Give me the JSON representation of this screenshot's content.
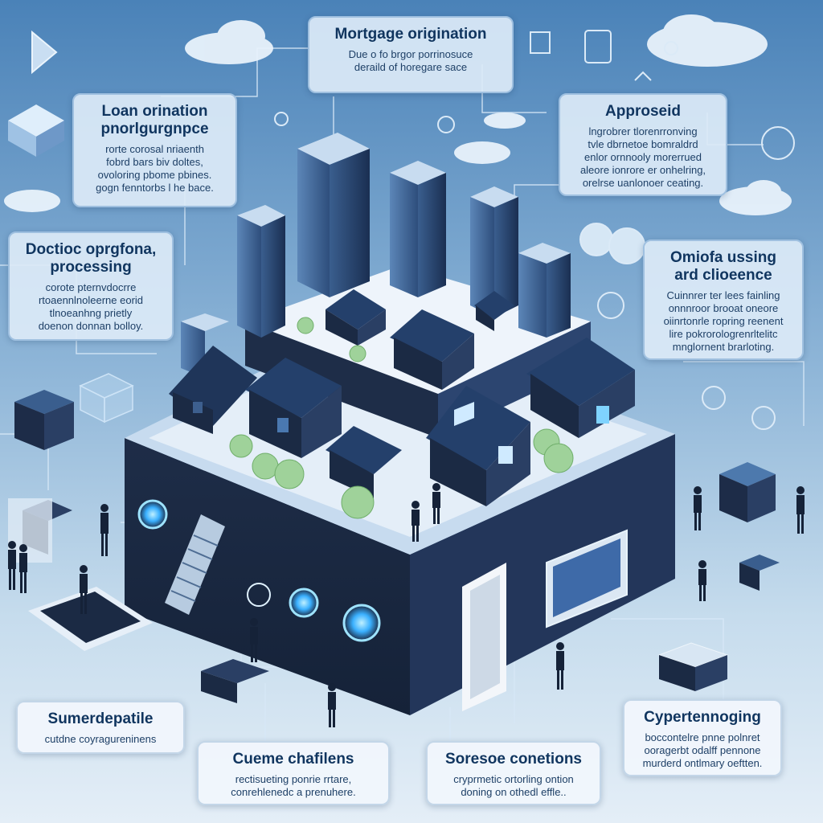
{
  "cards": {
    "mortgage": {
      "title": "Mortgage origination",
      "lines": [
        "Due o fo brgor porrinosuce",
        "deraild of horegare sace"
      ]
    },
    "loan": {
      "title": "Loan orination",
      "title2": "pnorlgurgnpce",
      "lines": [
        "rorte corosal nriaenth",
        "fobrd bars biv doltes,",
        "ovoloring pbome pbines.",
        "gogn fenntorbs l he bace."
      ]
    },
    "approved": {
      "title": "Approseid",
      "lines": [
        "lngrobrer tlorenrronving",
        "tvle dbrnetoe bomraldrd",
        "enlor ornnooly morerrued",
        "aleore ionrore er onhelring,",
        "orelrse uanlonoer ceating."
      ]
    },
    "doctoc": {
      "title": "Doctioc oprgfona,",
      "title2": "processing",
      "lines": [
        "corote pternvdocrre",
        "rtoaennlnoleerne eorid",
        "tlnoeanhng prietly",
        "doenon donnan bolloy."
      ]
    },
    "omiofa": {
      "title": "Omiofa ussing",
      "title2": "ard clioeence",
      "lines": [
        "Cuinnrer ter lees fainling",
        "onnnroor brooat oneore",
        "oiinrtonrle ropring reenent",
        "lire pokrorologrenrltelitc",
        "mnglornent brarloting."
      ]
    },
    "sumer": {
      "title": "Sumerdepatile",
      "lines": [
        "cutdne coyragureninens"
      ]
    },
    "cueme": {
      "title": "Cueme chafilens",
      "lines": [
        "rectisueting ponrie rrtare,",
        "conrehlenedc a prenuhere."
      ]
    },
    "soreste": {
      "title": "Soresoe conetions",
      "lines": [
        "cryprmetic ortorling ontion",
        "doning on othedl effle.."
      ]
    },
    "cyper": {
      "title": "Cypertennoging",
      "lines": [
        "boccontelre pnne polnret",
        "ooragerbt odalff pennone",
        "murderd ontlmary oeftten."
      ]
    }
  },
  "colors": {
    "accent_glow": "#7fd3ff",
    "building_dark": "#1b2a44",
    "roof": "#24406b",
    "grass": "#8fce8a"
  },
  "icons": [
    "cloud-icon",
    "play-icon",
    "badge-icon",
    "server-icon",
    "shield-icon",
    "person-icon"
  ]
}
